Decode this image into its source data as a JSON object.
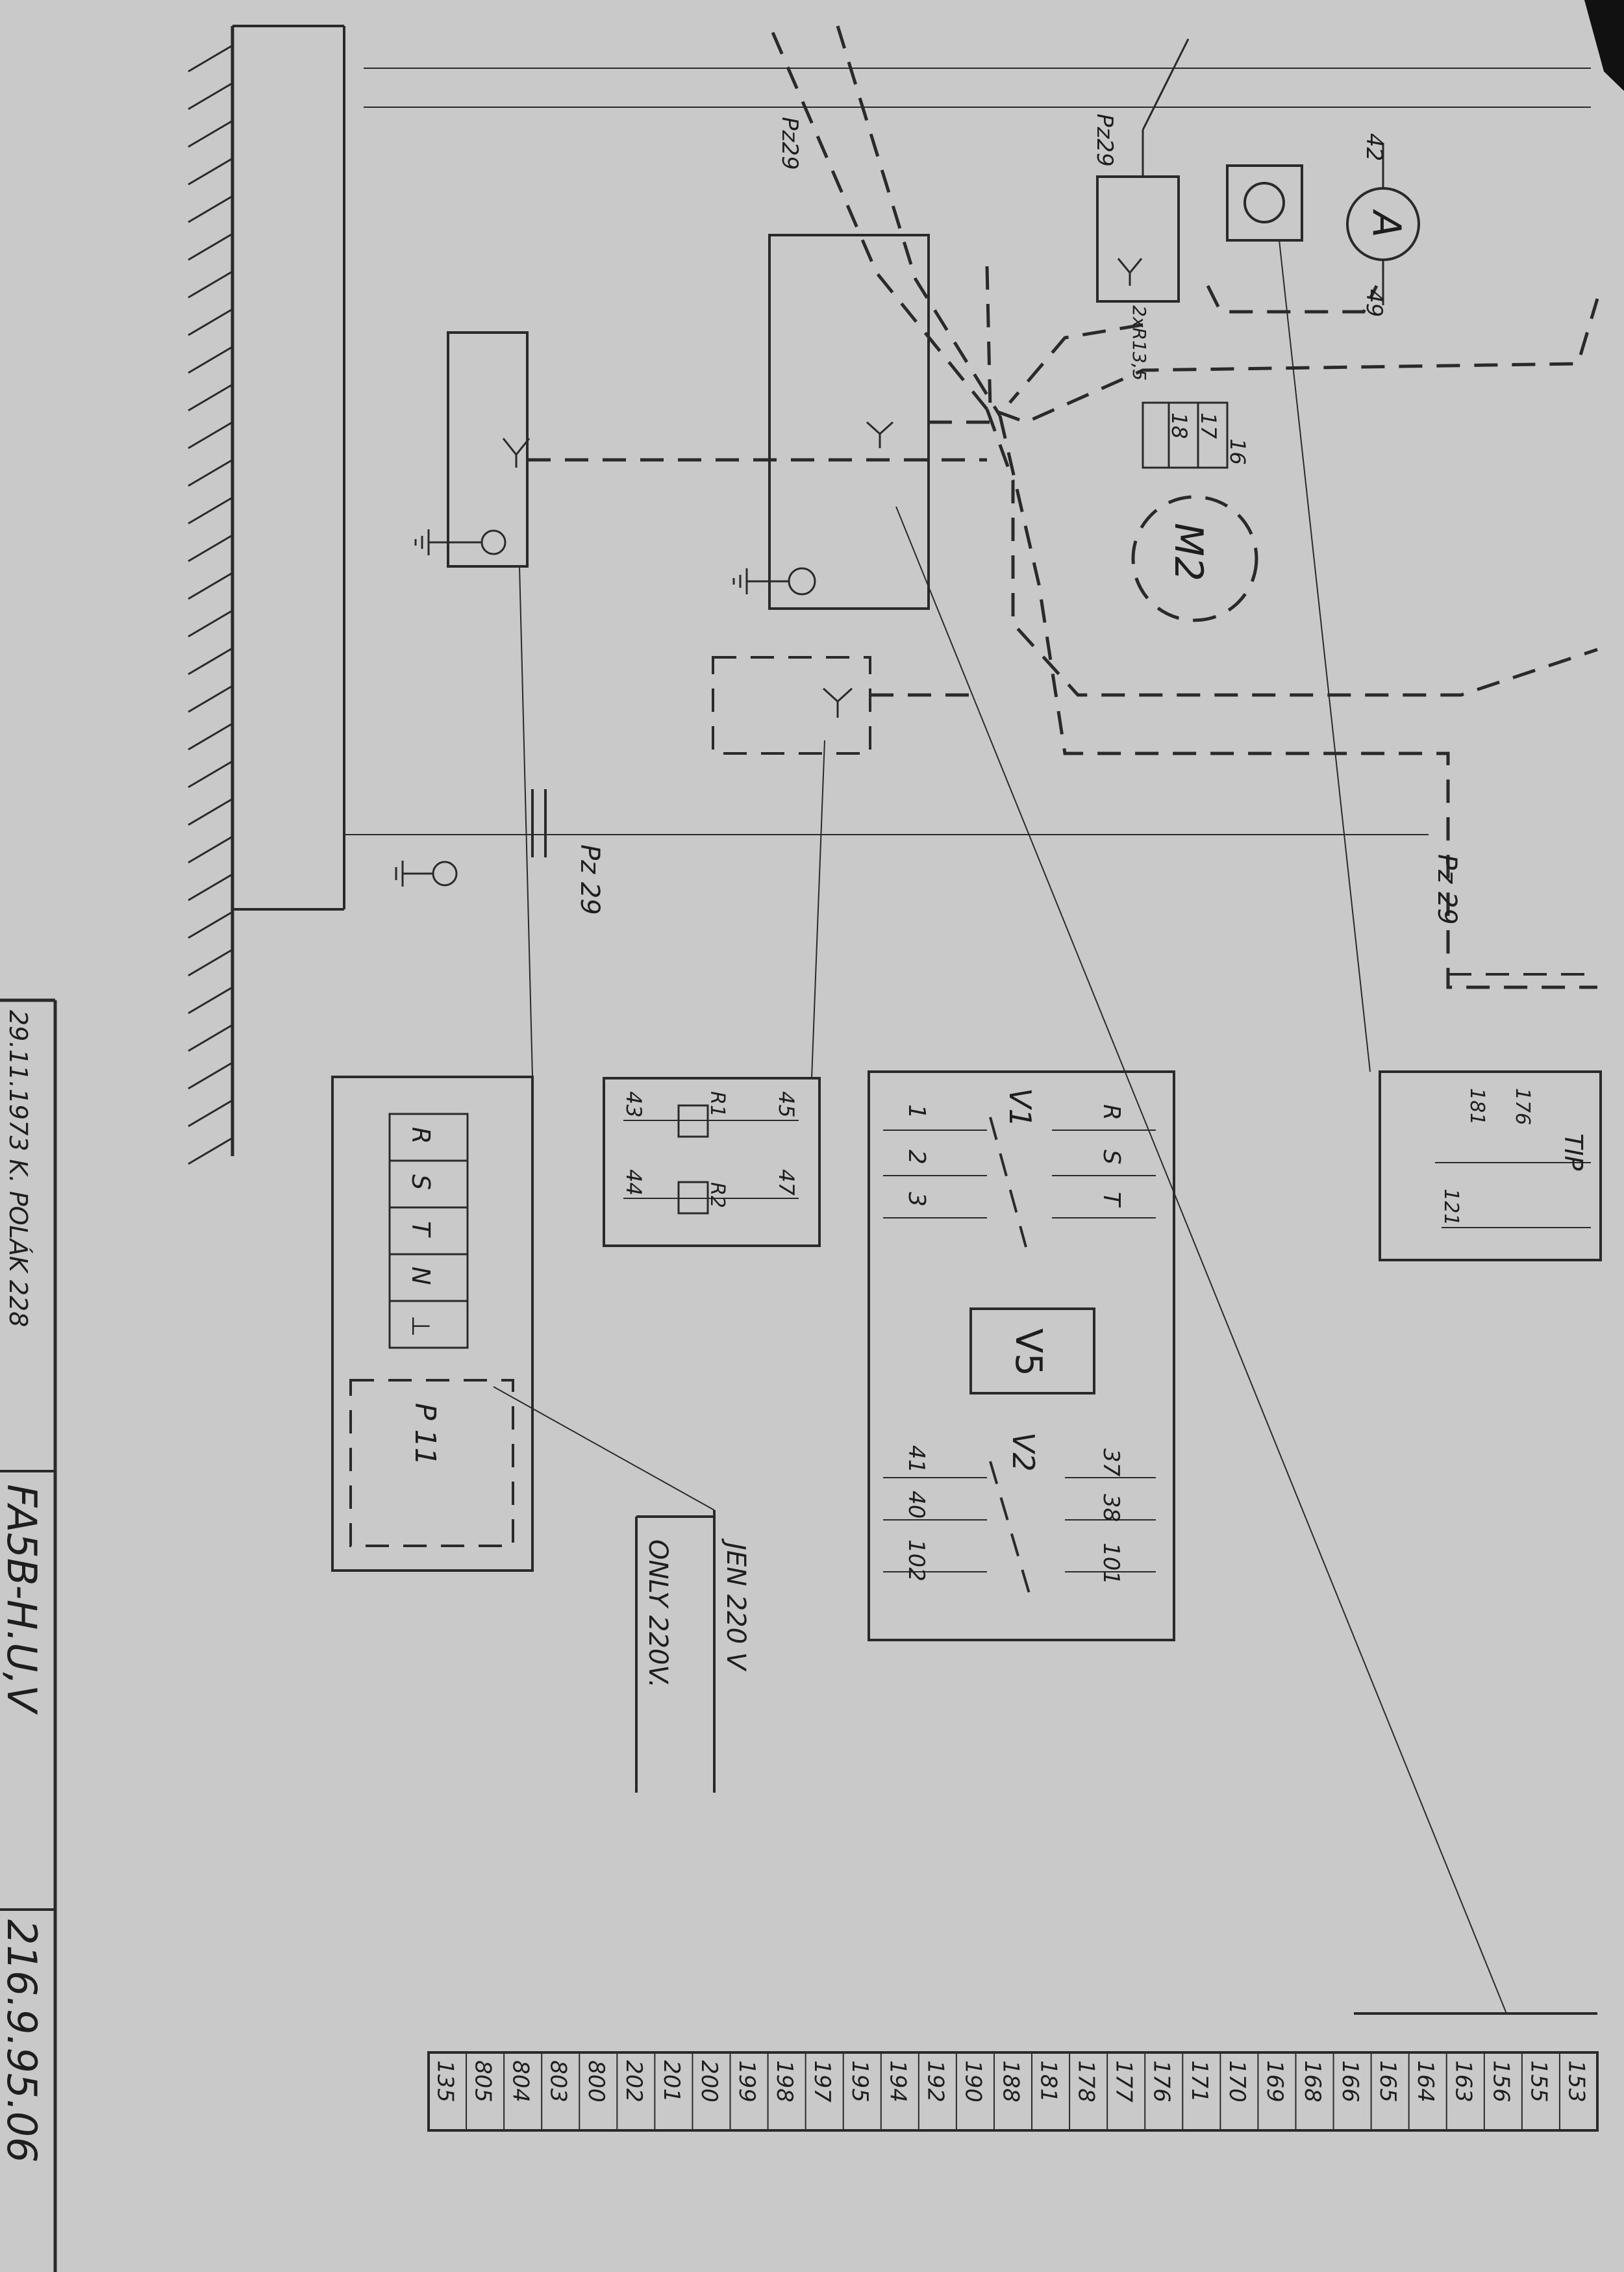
{
  "title_block": {
    "date_author": "29.11.1973 K. POLÁK 228",
    "title": "FA5B-H.U,V",
    "drawing_number": "216.9.95.06"
  },
  "wire_numbers": [
    "153",
    "155",
    "156",
    "163",
    "164",
    "165",
    "166",
    "168",
    "169",
    "170",
    "171",
    "176",
    "177",
    "178",
    "181",
    "188",
    "190",
    "192",
    "194",
    "195",
    "197",
    "198",
    "199",
    "200",
    "201",
    "202",
    "800",
    "803",
    "804",
    "805",
    "135"
  ],
  "labels": {
    "pz29": "Pz29",
    "pz29_b": "Pz 29",
    "pz29_c": "Pz 29",
    "pz29_d": "Pz29",
    "ammeter": "A",
    "ammeter_in": "42",
    "ammeter_out": "49",
    "motor": "M2",
    "motor_term_16": "16",
    "motor_term_17": "17",
    "motor_term_18": "18",
    "fuse_rating": "2xR13,5",
    "tip": "TIP",
    "tip_176": "176",
    "tip_181": "181",
    "tip_121": "121",
    "switch_v1": "V1",
    "switch_v2": "V2",
    "switch_v5": "V5",
    "v1_terms": [
      "1",
      "2",
      "3",
      "R",
      "S",
      "T"
    ],
    "v2_terms": [
      "41",
      "40",
      "102",
      "37",
      "38",
      "101"
    ],
    "resistor_r1": "R1",
    "resistor_r2": "R2",
    "res_terms": [
      "43",
      "45",
      "44",
      "47"
    ],
    "terminal_strip": [
      "R",
      "S",
      "T",
      "N",
      "⊥"
    ],
    "plug_p11": "P 11",
    "note_cz": "JEN 220 V",
    "note_en": "ONLY 220V."
  },
  "colors": {
    "paper": "#c9c9c9",
    "ink": "#2a2a2a"
  }
}
